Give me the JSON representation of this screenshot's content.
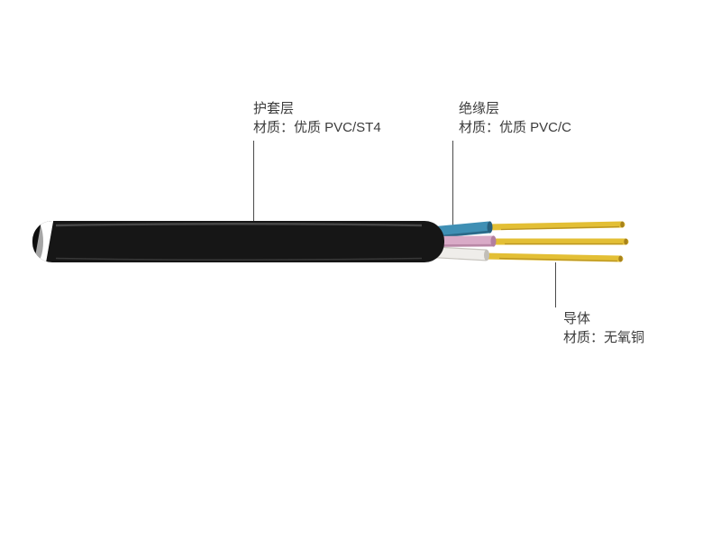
{
  "diagram": {
    "labels": {
      "sheath": {
        "title": "护套层",
        "material": "材质：优质 PVC/ST4"
      },
      "insulation": {
        "title": "绝缘层",
        "material": "材质：优质 PVC/C"
      },
      "conductor": {
        "title": "导体",
        "material": "材质：无氧铜"
      }
    },
    "colors": {
      "background": "#ffffff",
      "sheath": "#161616",
      "sheath_highlight": "#777777",
      "stripe": "#ffffff",
      "insulation_blue": "#3f8fb4",
      "insulation_blue_dark": "#27607e",
      "insulation_pink": "#d9aac7",
      "insulation_pink_dark": "#b27f9f",
      "insulation_white": "#efedea",
      "insulation_white_dark": "#c2beb8",
      "conductor": "#e3bf35",
      "conductor_dark": "#a8831c",
      "leader_line": "#4a4a4a",
      "text": "#3c3c3c"
    }
  }
}
